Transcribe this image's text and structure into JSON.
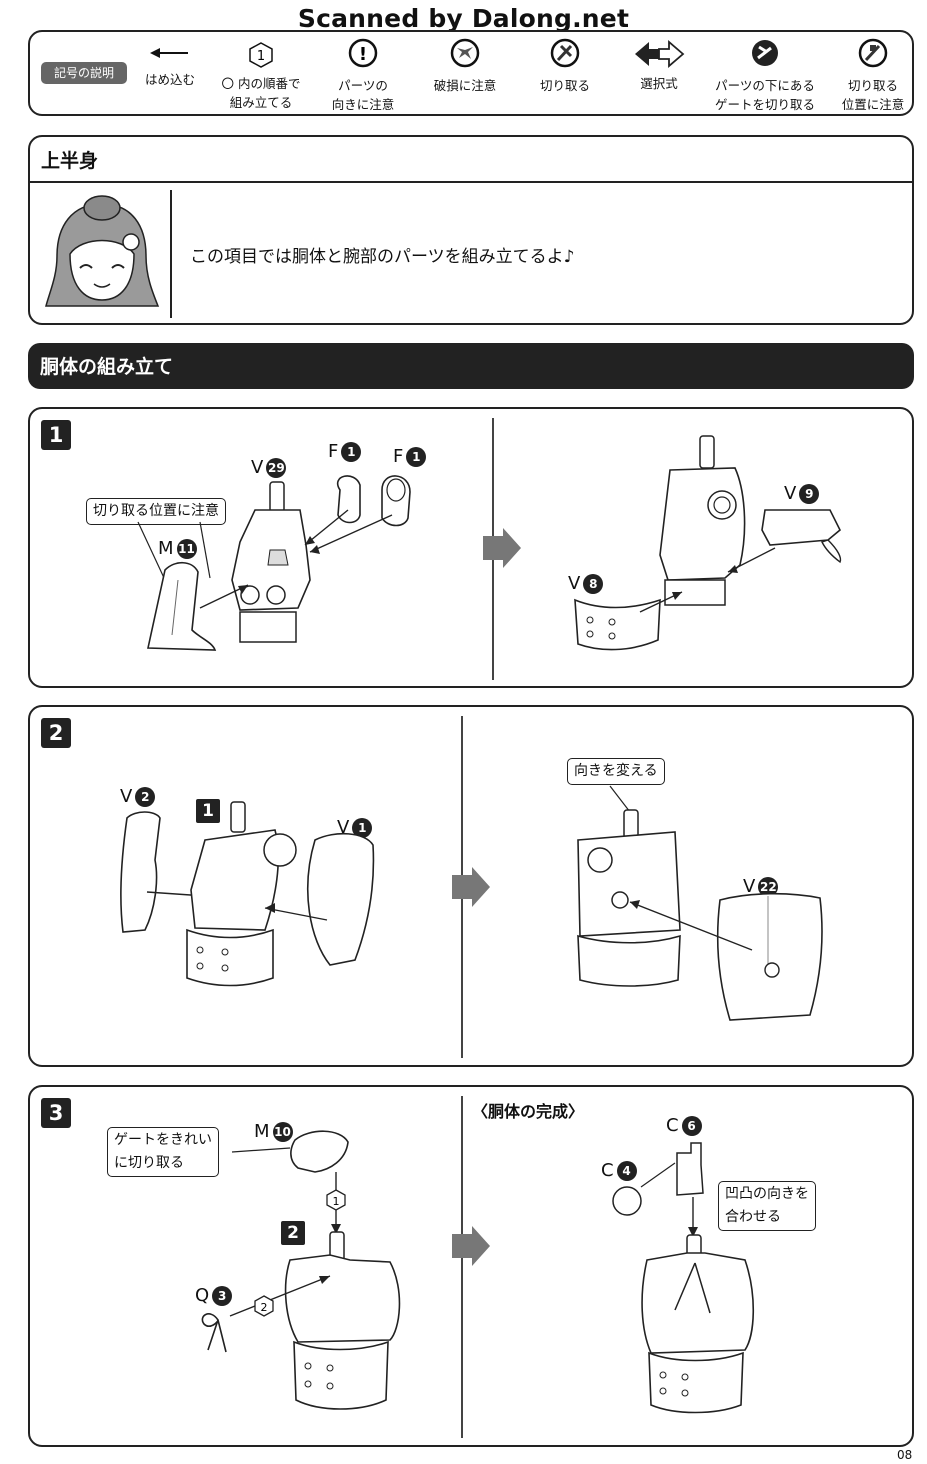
{
  "watermark": "Scanned by Dalong.net",
  "legend": {
    "badge": "記号の説明",
    "items": [
      {
        "icon": "arrow-left-icon",
        "line1": "はめ込む",
        "line2": ""
      },
      {
        "icon": "order-hexagon-icon",
        "line1": "〇 内の順番で",
        "line2": "組み立てる",
        "glyph": "1"
      },
      {
        "icon": "attention-icon",
        "line1": "パーツの",
        "line2": "向きに注意",
        "glyph": "!"
      },
      {
        "icon": "damage-warning-icon",
        "line1": "破損に注意",
        "line2": ""
      },
      {
        "icon": "cut-icon",
        "line1": "切り取る",
        "line2": ""
      },
      {
        "icon": "choice-arrows-icon",
        "line1": "選択式",
        "line2": ""
      },
      {
        "icon": "gate-cut-icon",
        "line1": "パーツの下にある",
        "line2": "ゲートを切り取る"
      },
      {
        "icon": "cut-position-icon",
        "line1": "切り取る",
        "line2": "位置に注意"
      }
    ]
  },
  "upper_body": {
    "title": "上半身",
    "intro": "この項目では胴体と腕部のパーツを組み立てるよ♪"
  },
  "torso": {
    "title": "胴体の組み立て"
  },
  "steps": {
    "s1": {
      "num": "1",
      "callout": "切り取る位置に注意",
      "parts_left": [
        {
          "letter": "V",
          "num": "29"
        },
        {
          "letter": "F",
          "num": "1"
        },
        {
          "letter": "F",
          "num": "1"
        },
        {
          "letter": "M",
          "num": "11"
        }
      ],
      "parts_right": [
        {
          "letter": "V",
          "num": "9"
        },
        {
          "letter": "V",
          "num": "8"
        }
      ]
    },
    "s2": {
      "num": "2",
      "ref": "1",
      "callout": "向きを変える",
      "parts_left": [
        {
          "letter": "V",
          "num": "2"
        },
        {
          "letter": "V",
          "num": "1"
        }
      ],
      "parts_right": [
        {
          "letter": "V",
          "num": "22"
        }
      ]
    },
    "s3": {
      "num": "3",
      "ref": "2",
      "callout_gate": "ゲートをきれい\nに切り取る",
      "callout_gate_l1": "ゲートをきれい",
      "callout_gate_l2": "に切り取る",
      "order1": "1",
      "order2": "2",
      "finish_title": "〈胴体の完成〉",
      "callout_align_l1": "凹凸の向きを",
      "callout_align_l2": "合わせる",
      "parts_left": [
        {
          "letter": "M",
          "num": "10"
        },
        {
          "letter": "Q",
          "num": "3"
        }
      ],
      "parts_right": [
        {
          "letter": "C",
          "num": "6"
        },
        {
          "letter": "C",
          "num": "4"
        }
      ]
    }
  },
  "page_number": "08"
}
